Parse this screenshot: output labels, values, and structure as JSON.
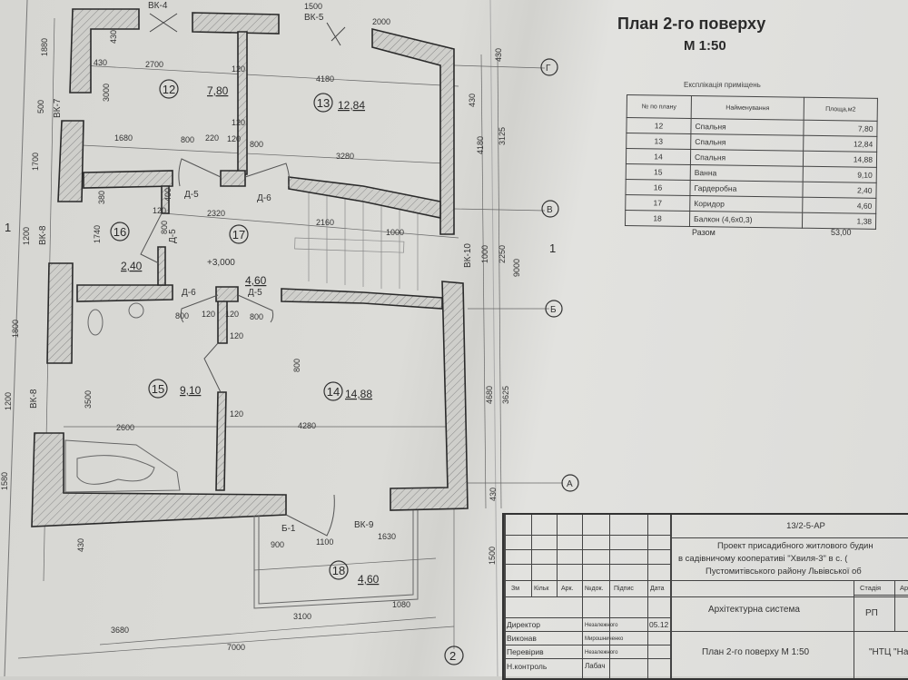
{
  "header": {
    "title": "План 2-го поверху",
    "scale": "М 1:50"
  },
  "explication": {
    "caption": "Експлікація приміщень",
    "columns": [
      "№ по плану",
      "Найменування",
      "Площа,м2"
    ],
    "rows": [
      [
        "12",
        "Спальня",
        "7,80"
      ],
      [
        "13",
        "Спальня",
        "12,84"
      ],
      [
        "14",
        "Спальня",
        "14,88"
      ],
      [
        "15",
        "Ванна",
        "9,10"
      ],
      [
        "16",
        "Гардеробна",
        "2,40"
      ],
      [
        "17",
        "Коридор",
        "4,60"
      ],
      [
        "18",
        "Балкон  (4,6х0,3)",
        "1,38"
      ]
    ],
    "total_label": "Разом",
    "total_value": "53,00"
  },
  "plan": {
    "rooms": [
      {
        "num": "12",
        "area": "7,80"
      },
      {
        "num": "13",
        "area": "12,84"
      },
      {
        "num": "14",
        "area": "14,88"
      },
      {
        "num": "15",
        "area": "9,10"
      },
      {
        "num": "16",
        "area": "2,40"
      },
      {
        "num": "17",
        "area": "4,60"
      },
      {
        "num": "18",
        "area": "4,60"
      }
    ],
    "level": "+3,000",
    "axes": {
      "g": "Г",
      "v": "В",
      "b": "Б",
      "a": "А",
      "two": "2",
      "section": "1"
    },
    "labels": {
      "bk4": "ВК-4",
      "bk5": "ВК-5",
      "bk7": "ВК-7",
      "bk8a": "ВК-8",
      "bk8b": "ВК-8",
      "bk9": "ВК-9",
      "bk10": "ВК-10",
      "d5a": "Д-5",
      "d6a": "Д-6",
      "d5b": "Д-5",
      "d6b": "Д-6",
      "d5c": "Д-5",
      "d5d": "Д-5",
      "b1": "Б-1"
    },
    "dims": {
      "d1500": "1500",
      "d2000": "2000",
      "d1880": "1880",
      "d430a": "430",
      "d430b": "430",
      "d2700": "2700",
      "d120a": "120",
      "d4180a": "4180",
      "d3000": "3000",
      "d500": "500",
      "d120b": "120",
      "d1680": "1680",
      "d800a": "800",
      "d220": "220",
      "d120c": "120",
      "d800b": "800",
      "d3280": "3280",
      "d1700": "1700",
      "d380a": "380",
      "d400": "400",
      "d120d": "120",
      "d2320": "2320",
      "d2160": "2160",
      "d1000": "1000",
      "d1200a": "1200",
      "d1740": "1740",
      "d800c": "800",
      "d1800": "1800",
      "d800d": "800",
      "d120e": "120",
      "d120f": "120",
      "d800e": "800",
      "d120g": "120",
      "d800f": "800",
      "d3500": "3500",
      "d1200b": "1200",
      "d120h": "120",
      "d2600": "2600",
      "d4280": "4280",
      "d1580": "1580",
      "d430c": "430",
      "d900": "900",
      "d1100": "1100",
      "d1630": "1630",
      "d3680": "3680",
      "d3100": "3100",
      "d1080": "1080",
      "d7000": "7000",
      "d430r1": "430",
      "d4180r": "4180",
      "d3125": "3125",
      "d430r2": "430",
      "d1000r": "1000",
      "d2250": "2250",
      "d9000": "9000",
      "d4680": "4680",
      "d3625": "3625",
      "d430r3": "430",
      "d1500r": "1500"
    }
  },
  "title_block": {
    "code": "13/2-5-АР",
    "project_line1": "Проект присадибного житлового будин",
    "project_line2": "в садівничому кооперативі \"Хвиля-3\" в с. (",
    "project_line3": "Пустомитівського району Львівської об",
    "headers": [
      "Зм",
      "Кільк",
      "Арк.",
      "№док.",
      "Підпис",
      "Дата"
    ],
    "section": "Архітектурна система",
    "stage_label": "Стадія",
    "stage_value": "РП",
    "sheet_label": "Ар",
    "drawing": "План 2-го поверху М 1:50",
    "org": "\"НТЦ \"На",
    "roles": [
      {
        "role": "Директор",
        "name": "Незалежного",
        "date": "05.12"
      },
      {
        "role": "Виконав",
        "name": "Мирошниченко",
        "date": ""
      },
      {
        "role": "Перевірив",
        "name": "Незалежного",
        "date": ""
      },
      {
        "role": "Н.контроль",
        "name": "Лабач",
        "date": ""
      }
    ]
  }
}
